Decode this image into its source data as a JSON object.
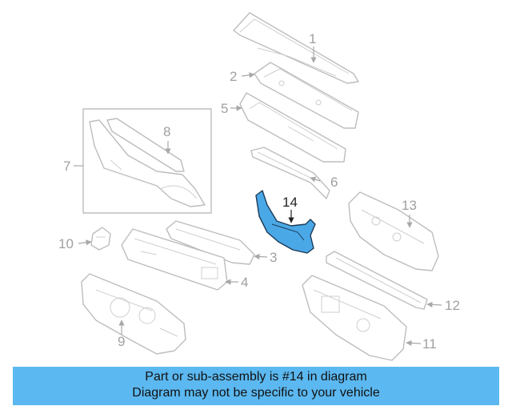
{
  "banner": {
    "line1": "Part or sub-assembly is #14 in diagram",
    "line2": "Diagram may not be specific to your vehicle",
    "color": "#5bb8f0"
  },
  "highlight": {
    "part_number": "14",
    "color": "#4ba8e6"
  },
  "callouts": [
    "1",
    "2",
    "3",
    "4",
    "5",
    "6",
    "7",
    "8",
    "9",
    "10",
    "11",
    "12",
    "13",
    "14"
  ]
}
